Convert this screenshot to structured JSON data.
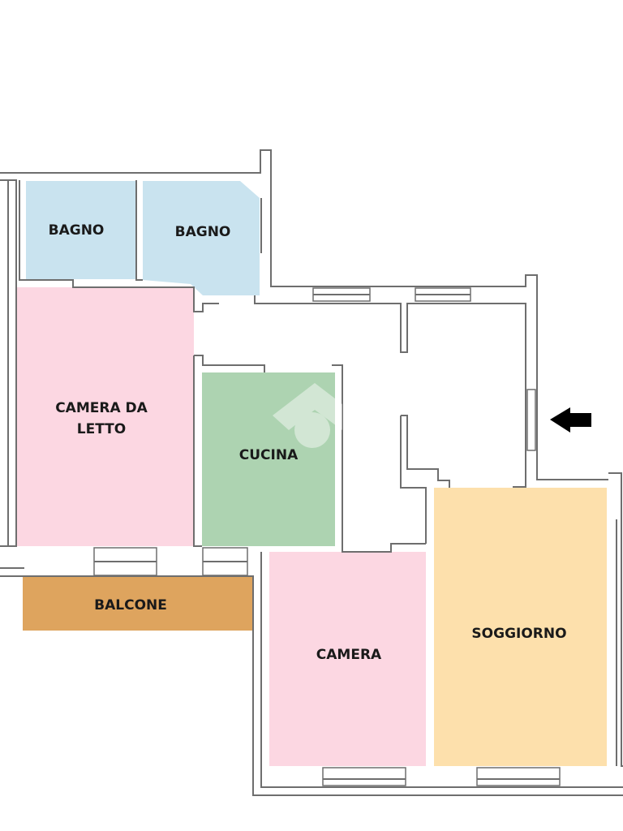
{
  "rooms": {
    "bagno_1": {
      "label": "BAGNO",
      "color": "#c9e3ef"
    },
    "bagno_2": {
      "label": "BAGNO",
      "color": "#c9e3ef"
    },
    "camera_da_letto": {
      "line1": "CAMERA DA",
      "line2": "LETTO",
      "color": "#fcd7e2"
    },
    "cucina": {
      "label": "CUCINA",
      "color": "#add3b1"
    },
    "balcone": {
      "label": "BALCONE",
      "color": "#dea45e"
    },
    "camera": {
      "label": "CAMERA",
      "color": "#fcd7e2"
    },
    "soggiorno": {
      "label": "SOGGIORNO",
      "color": "#fde0ac"
    }
  },
  "entrance": {
    "icon": "entrance-arrow-icon",
    "color": "#000000"
  },
  "watermark": {
    "icon": "house-watermark-icon"
  }
}
